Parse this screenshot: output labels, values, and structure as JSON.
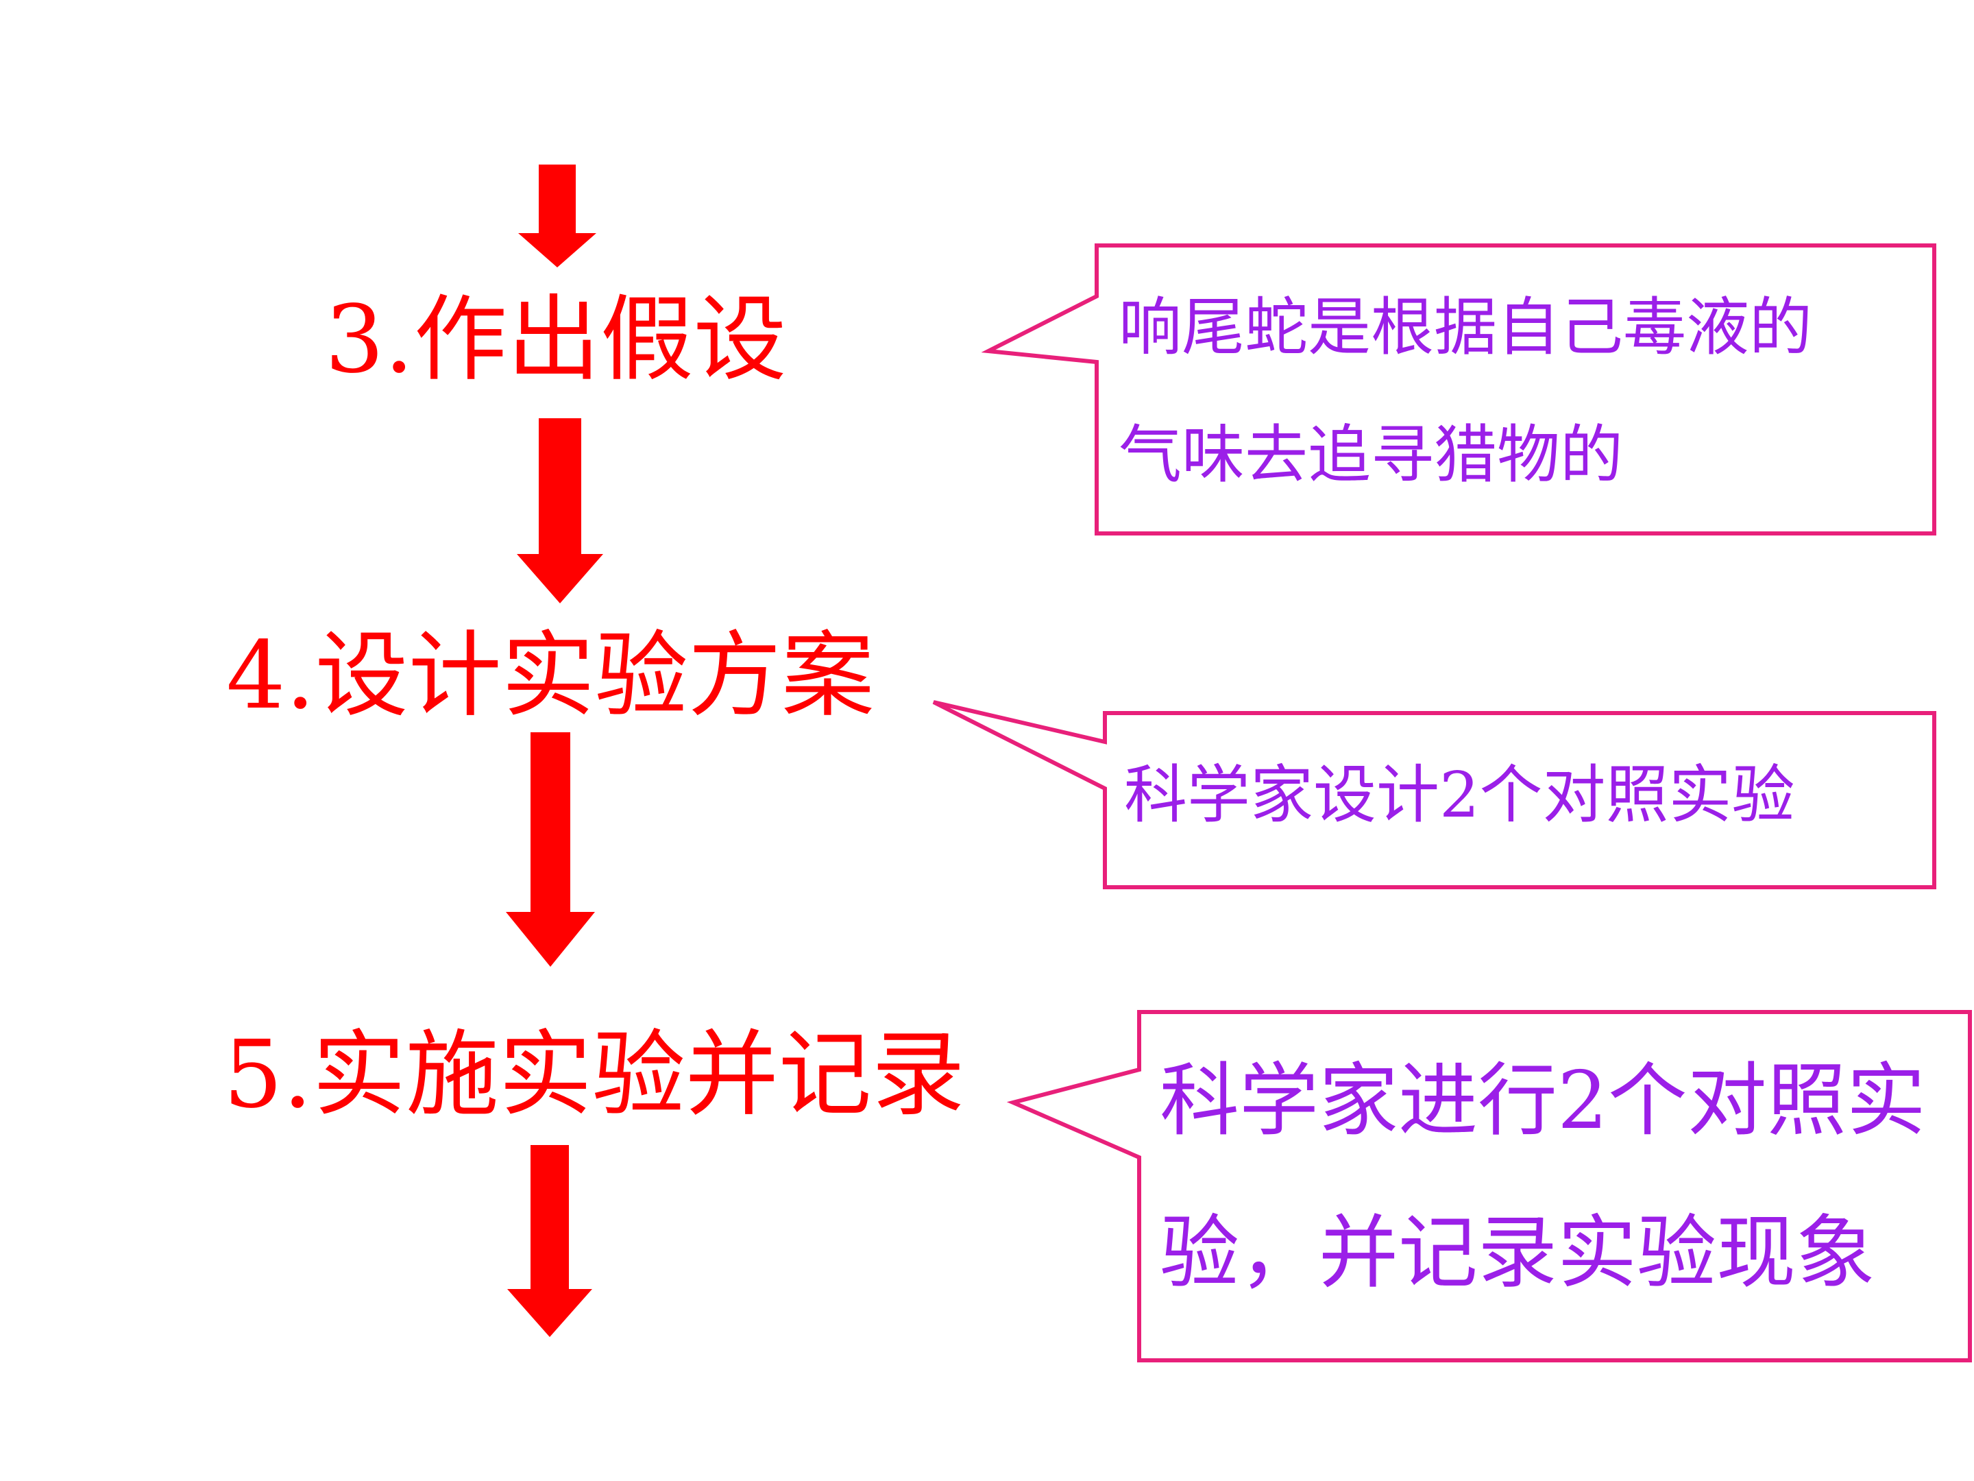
{
  "colors": {
    "arrow": "#ff0000",
    "step_text": "#ff0000",
    "note_text": "#9b1fe8",
    "callout_border": "#e8207a"
  },
  "steps": [
    {
      "label": "3.作出假设"
    },
    {
      "label": "4.设计实验方案"
    },
    {
      "label": "5.实施实验并记录"
    }
  ],
  "callouts": [
    {
      "lines": [
        "响尾蛇是根据自己毒液的",
        "气味去追寻猎物的"
      ]
    },
    {
      "lines": [
        "科学家设计2个对照实验"
      ]
    },
    {
      "lines": [
        "科学家进行2个对照实",
        "验，并记录实验现象"
      ]
    }
  ]
}
